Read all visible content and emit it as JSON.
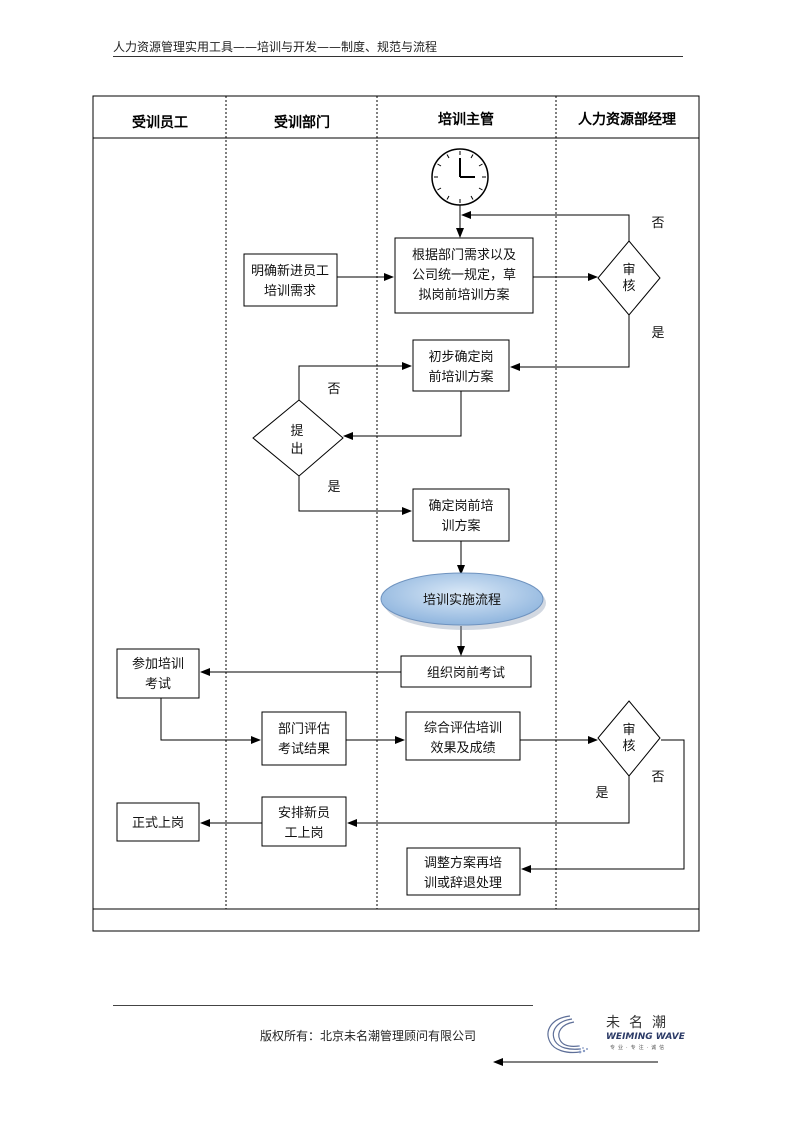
{
  "header": {
    "title": "人力资源管理实用工具——培训与开发——制度、规范与流程"
  },
  "lanes": [
    "受训员工",
    "受训部门",
    "培训主管",
    "人力资源部经理"
  ],
  "nodes": {
    "n1": "明确新进员工\n培训需求",
    "n2": "根据部门需求以及\n公司统一规定，草\n拟岗前培训方案",
    "n3": "审\n核",
    "n4": "初步确定岗\n前培训方案",
    "n5": "提\n出",
    "n6": "确定岗前培\n训方案",
    "n7": "培训实施流程",
    "n8": "组织岗前考试",
    "n9": "参加培训\n考试",
    "n10": "部门评估\n考试结果",
    "n11": "综合评估培训\n效果及成绩",
    "n12": "审\n核",
    "n13": "安排新员\n工上岗",
    "n14": "正式上岗",
    "n15": "调整方案再培\n训或辞退处理"
  },
  "edge_labels": {
    "no": "否",
    "yes": "是"
  },
  "footer": {
    "copyright": "版权所有：北京未名潮管理顾问有限公司",
    "logo_cn": "未名潮",
    "logo_en": "WEIMING WAVE",
    "logo_sub": "专业·专注·诚信"
  },
  "colors": {
    "ellipse_fill": "#a9c8e8",
    "line": "#000000"
  }
}
